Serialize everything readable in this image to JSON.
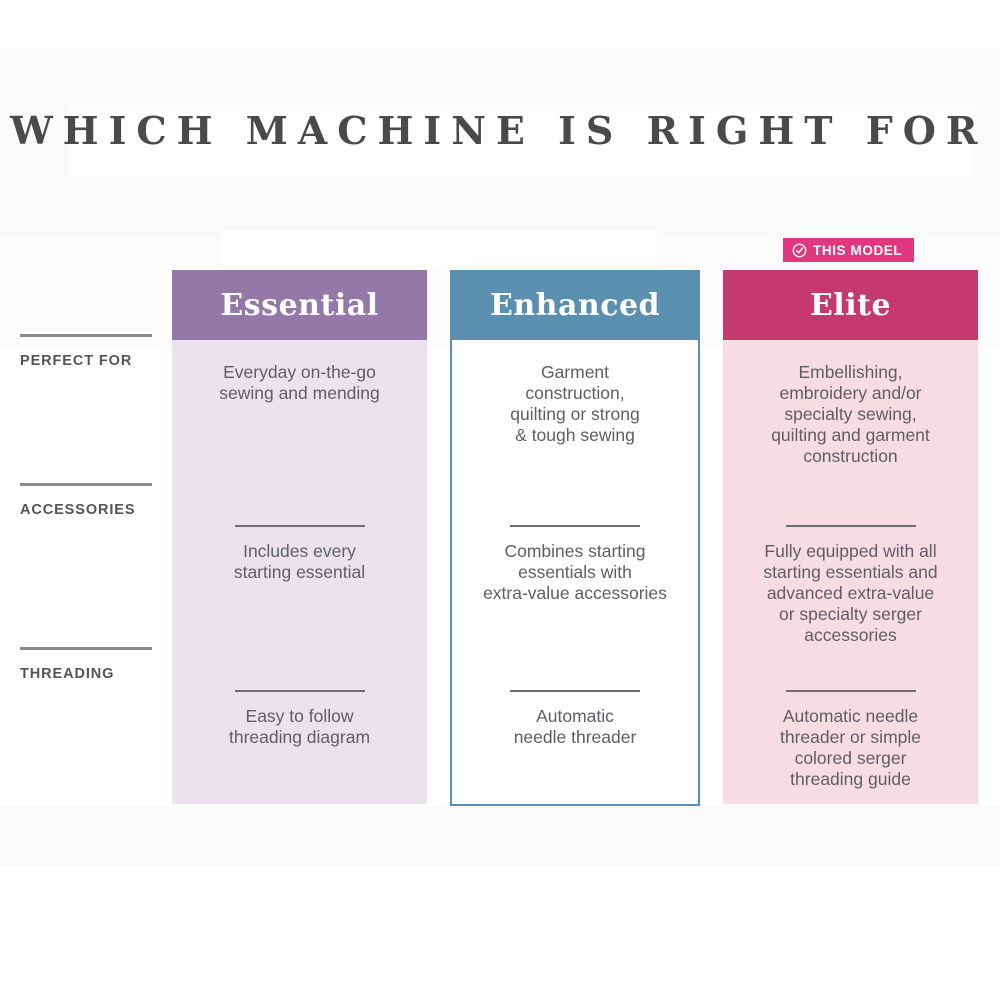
{
  "page": {
    "title": "WHICH MACHINE IS RIGHT FOR YOU?"
  },
  "badge": {
    "label": "THIS MODEL",
    "icon": "check-circle-icon",
    "color": "#e0377e",
    "attached_to": "Elite"
  },
  "table": {
    "row_labels": [
      "PERFECT FOR",
      "ACCESSORIES",
      "THREADING"
    ],
    "columns": [
      {
        "name": "Essential",
        "header_color": "#9478a8",
        "body_color": "#eae3ec",
        "highlighted": false,
        "cells": [
          "Everyday on-the-go\nsewing and mending",
          "Includes every\nstarting essential",
          "Easy to follow\nthreading diagram"
        ]
      },
      {
        "name": "Enhanced",
        "header_color": "#5b8fb0",
        "body_color": "#ffffff",
        "highlighted": false,
        "cells": [
          "Garment\nconstruction,\nquilting or strong\n& tough sewing",
          "Combines starting\nessentials with\nextra-value accessories",
          "Automatic\nneedle threader"
        ]
      },
      {
        "name": "Elite",
        "header_color": "#c43a6c",
        "body_color": "#f8dce4",
        "highlighted": true,
        "cells": [
          "Embellishing,\nembroidery and/or\nspecialty sewing,\nquilting and garment\nconstruction",
          "Fully equipped with all\nstarting essentials and\nadvanced extra-value\nor specialty serger\naccessories",
          "Automatic needle\nthreader or simple\ncolored serger\nthreading guide"
        ]
      }
    ]
  }
}
